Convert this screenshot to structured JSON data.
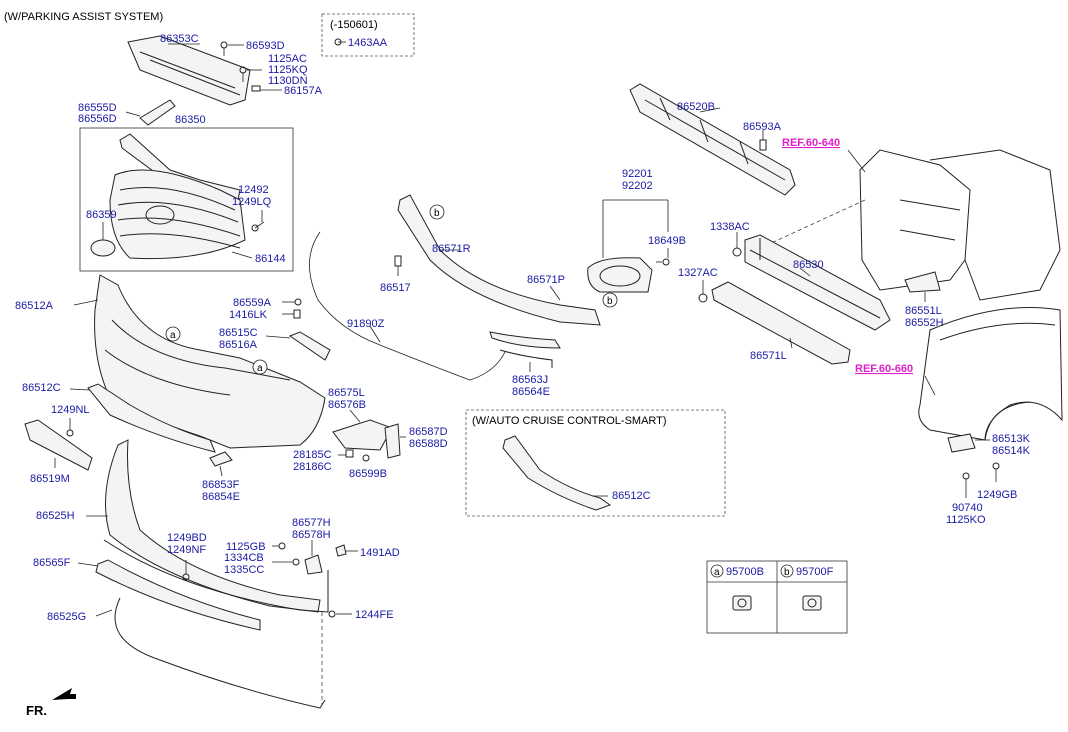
{
  "headers": {
    "parking_assist": "(W/PARKING ASSIST SYSTEM)",
    "date_code": "(-150601)",
    "auto_cruise": "(W/AUTO CRUISE CONTROL-SMART)"
  },
  "refs": {
    "ref_640": "REF.60-640",
    "ref_660": "REF.60-660"
  },
  "labels": {
    "p86353C": "86353C",
    "p86593D": "86593D",
    "p1463AA": "1463AA",
    "p1125AC": "1125AC",
    "p1125KQ": "1125KQ",
    "p1130DN": "1130DN",
    "p86157A": "86157A",
    "p86555D": "86555D",
    "p86556D": "86556D",
    "p86350": "86350",
    "p12492": "12492",
    "p1249LQ": "1249LQ",
    "p86359": "86359",
    "p86144": "86144",
    "p86520B": "86520B",
    "p86593A": "86593A",
    "p92201": "92201",
    "p92202": "92202",
    "p18649B": "18649B",
    "p86571R": "86571R",
    "p86517": "86517",
    "p86571P": "86571P",
    "p1338AC": "1338AC",
    "p1327AC": "1327AC",
    "p86530": "86530",
    "p86551L": "86551L",
    "p86552H": "86552H",
    "p86571L": "86571L",
    "p86512A": "86512A",
    "p86559A": "86559A",
    "p1416LK": "1416LK",
    "p86515C": "86515C",
    "p86516A": "86516A",
    "p91890Z": "91890Z",
    "p86563J": "86563J",
    "p86564E": "86564E",
    "p86512C_left": "86512C",
    "p1249NL": "1249NL",
    "p86519M": "86519M",
    "p86575L": "86575L",
    "p86576B": "86576B",
    "p86587D": "86587D",
    "p86588D": "86588D",
    "p28185C": "28185C",
    "p28186C": "28186C",
    "p86599B": "86599B",
    "p86853F": "86853F",
    "p86854E": "86854E",
    "p86512C_box": "86512C",
    "p86513K": "86513K",
    "p86514K": "86514K",
    "p1249GB": "1249GB",
    "p90740": "90740",
    "p1125KO": "1125KO",
    "p86525H": "86525H",
    "p86577H": "86577H",
    "p86578H": "86578H",
    "p1249BD": "1249BD",
    "p1249NF": "1249NF",
    "p1125GB": "1125GB",
    "p1334CB": "1334CB",
    "p1335CC": "1335CC",
    "p1491AD": "1491AD",
    "p86565F": "86565F",
    "p86525G": "86525G",
    "p1244FE": "1244FE"
  },
  "legend": {
    "a_marker": "a",
    "a_part": "95700B",
    "b_marker": "b",
    "b_part": "95700F"
  },
  "markers": {
    "a": "a",
    "b": "b"
  },
  "direction": "FR."
}
